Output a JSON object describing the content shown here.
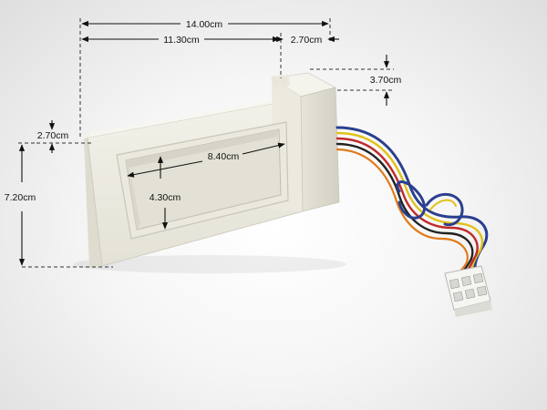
{
  "dimensions": {
    "overall_width": "14.00cm",
    "body_width": "11.30cm",
    "connector_width": "2.70cm",
    "connector_height": "3.70cm",
    "side_depth": "2.70cm",
    "total_height": "7.20cm",
    "opening_width": "8.40cm",
    "opening_height": "4.30cm"
  },
  "colors": {
    "background": "#f2f2f2",
    "housing": "#efeee5",
    "housing_shadow": "#d8d6cb",
    "wire_colors": [
      "#2a3f8f",
      "#e0c21a",
      "#c02a2a",
      "#222222",
      "#e07a1a"
    ]
  }
}
